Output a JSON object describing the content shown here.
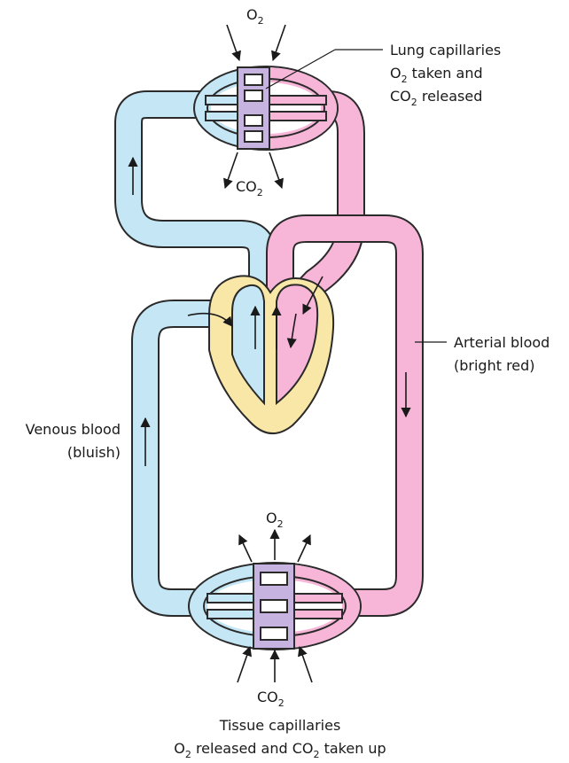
{
  "labels": {
    "lung_o2": {
      "main": "O",
      "sub": "2"
    },
    "lung_co2": {
      "main": "CO",
      "sub": "2"
    },
    "lung_title": "Lung capillaries",
    "lung_line2_a": "O",
    "lung_line2_sub": "2",
    "lung_line2_b": " taken and",
    "lung_line3_a": "CO",
    "lung_line3_sub": "2",
    "lung_line3_b": " released",
    "arterial_title": "Arterial blood",
    "arterial_desc": "(bright red)",
    "venous_title": "Venous blood",
    "venous_desc": "(bluish)",
    "tissue_o2": {
      "main": "O",
      "sub": "2"
    },
    "tissue_co2": {
      "main": "CO",
      "sub": "2"
    },
    "tissue_title": "Tissue capillaries",
    "tissue_line2_a": "O",
    "tissue_line2_sub": "2",
    "tissue_line2_b": " released and CO",
    "tissue_line2_sub2": "2",
    "tissue_line2_c": " taken up"
  },
  "colors": {
    "venous": "#c5e6f5",
    "arterial": "#f7b5d8",
    "capillary_core": "#c7b3e0",
    "heart_wall": "#f9e7a8",
    "outline": "#2a2a2a"
  }
}
